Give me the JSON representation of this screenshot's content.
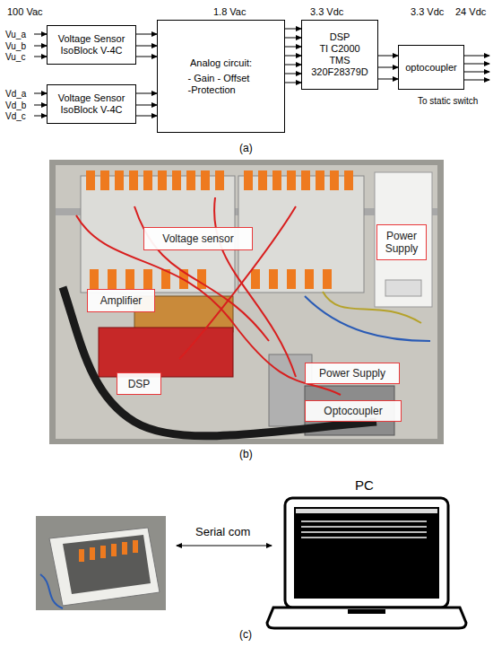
{
  "diagram": {
    "nodes": [
      {
        "text": [
          "Voltage Sensor IsoBlock V-4C"
        ]
      },
      {
        "text": [
          "Voltage Sensor IsoBlock V-4C"
        ]
      },
      {
        "text": [
          "Analog circuit:",
          "- Gain - Offset -Protection"
        ]
      },
      {
        "text": [
          "DSP",
          "TI C2000",
          "TMS 320F28379D"
        ]
      },
      {
        "text": [
          "optocoupler"
        ]
      },
      {
        "text": [
          "Voltage sensor"
        ]
      },
      {
        "text": [
          "Power Supply"
        ]
      },
      {
        "text": [
          "Amplifier"
        ]
      },
      {
        "text": [
          "DSP"
        ]
      },
      {
        "text": [
          "Power Supply"
        ]
      },
      {
        "text": [
          "Optocoupler"
        ]
      }
    ],
    "edges": [
      {
        "from": 0,
        "to": 2,
        "arrow": "to"
      },
      {
        "from": 0,
        "to": 2,
        "arrow": "to"
      },
      {
        "from": 0,
        "to": 2,
        "arrow": "to"
      },
      {
        "from": 1,
        "to": 2,
        "arrow": "to"
      },
      {
        "from": 1,
        "to": 2,
        "arrow": "to"
      },
      {
        "from": 1,
        "to": 2,
        "arrow": "to"
      },
      {
        "from": 2,
        "to": 3,
        "arrow": "to"
      },
      {
        "from": 2,
        "to": 3,
        "arrow": "to"
      },
      {
        "from": 2,
        "to": 3,
        "arrow": "to"
      },
      {
        "from": 2,
        "to": 3,
        "arrow": "to"
      },
      {
        "from": 2,
        "to": 3,
        "arrow": "to"
      },
      {
        "from": 2,
        "to": 3,
        "arrow": "to"
      },
      {
        "from": 2,
        "to": 3,
        "arrow": "to"
      },
      {
        "from": 3,
        "to": 4,
        "arrow": "to"
      },
      {
        "from": 3,
        "to": 4,
        "arrow": "to"
      },
      {
        "from": 3,
        "to": 4,
        "arrow": "to"
      }
    ],
    "labels": [
      "100 Vac",
      "1.8 Vac",
      "3.3 Vdc",
      "3.3 Vdc",
      "24 Vdc",
      "Vu_a",
      "Vu_b",
      "Vu_c",
      "Vd_a",
      "Vd_b",
      "Vd_c",
      "To static switch",
      "(a)",
      "(b)",
      "Serial com",
      "PC",
      "(c)"
    ]
  }
}
